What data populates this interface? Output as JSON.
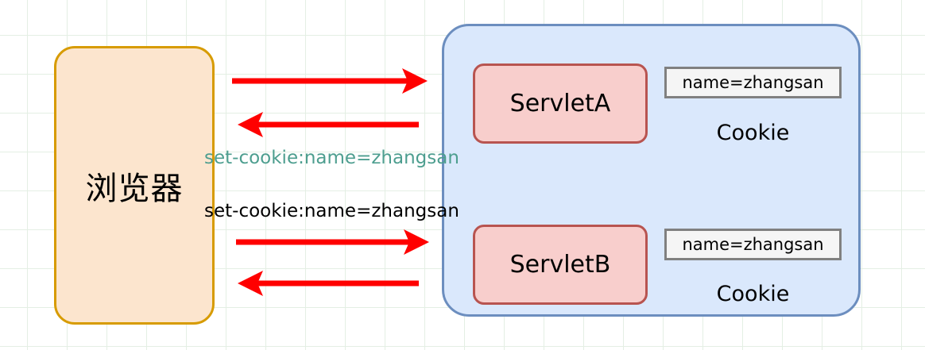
{
  "diagram": {
    "title": "Cookie set-cookie flow between browser and servlets",
    "background": {
      "grid_color": "#e4efe4",
      "page_color": "#ffffff"
    },
    "client": {
      "label": "浏览器",
      "fill": "#fce5ce",
      "stroke": "#d79b00"
    },
    "server": {
      "fill": "#dae8fc",
      "stroke": "#6c8ebf"
    },
    "servlets": [
      {
        "label": "ServletA",
        "fill": "#f8cecc",
        "stroke": "#b85450",
        "cookie_value": "name=zhangsan",
        "cookie_caption": "Cookie"
      },
      {
        "label": "ServletB",
        "fill": "#f8cecc",
        "stroke": "#b85450",
        "cookie_value": "name=zhangsan",
        "cookie_caption": "Cookie"
      }
    ],
    "flow_labels": [
      {
        "text": "set-cookie:name=zhangsan",
        "color": "#4d9e8f"
      },
      {
        "text": "set-cookie:name=zhangsan",
        "color": "#000000"
      }
    ],
    "arrows": [
      {
        "name": "request-to-servlet-a",
        "direction": "right",
        "color": "#ff0000"
      },
      {
        "name": "response-from-servlet-a",
        "direction": "left",
        "color": "#ff0000"
      },
      {
        "name": "request-to-servlet-b",
        "direction": "right",
        "color": "#ff0000"
      },
      {
        "name": "response-from-servlet-b",
        "direction": "left",
        "color": "#ff0000"
      }
    ]
  }
}
